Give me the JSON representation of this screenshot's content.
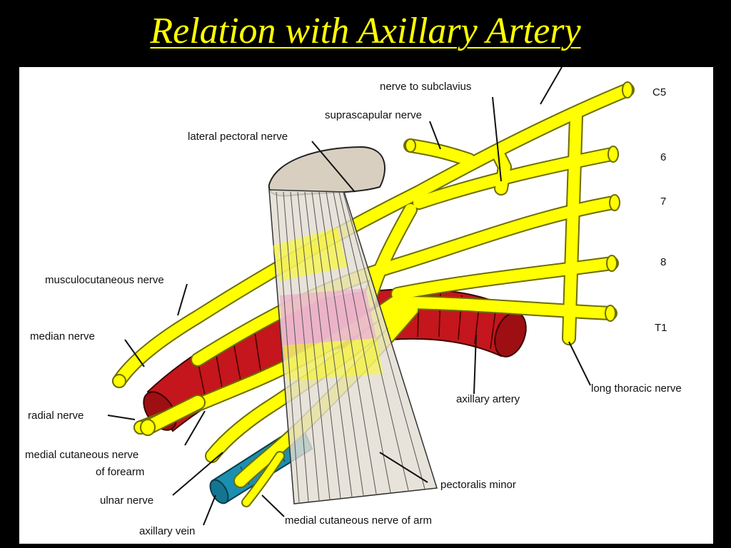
{
  "slide": {
    "title": "Relation with Axillary Artery"
  },
  "figure": {
    "colors": {
      "background": "#ffffff",
      "nerve": "#ffff00",
      "nerve_outline": "#6d6d00",
      "artery": "#c4161c",
      "vein": "#1b8fb0",
      "muscle": "#e3ddd2",
      "bone": "#d9cfc0",
      "title_text": "#ffff00",
      "slide_background": "#000000"
    },
    "labels": {
      "nerve_to_subclavius": "nerve to subclavius",
      "suprascapular_nerve": "suprascapular nerve",
      "lateral_pectoral_nerve": "lateral pectoral nerve",
      "musculocutaneous_nerve": "musculocutaneous nerve",
      "median_nerve": "median nerve",
      "radial_nerve": "radial nerve",
      "medial_cutaneous_nerve_of_forearm_line1": "medial cutaneous nerve",
      "medial_cutaneous_nerve_of_forearm_line2": "of forearm",
      "ulnar_nerve": "ulnar nerve",
      "axillary_vein": "axillary vein",
      "medial_cutaneous_nerve_of_arm": "medial cutaneous nerve of arm",
      "pectoralis_minor": "pectoralis minor",
      "axillary_artery": "axillary artery",
      "long_thoracic_nerve": "long thoracic nerve",
      "root_c5": "C5",
      "root_c6": "6",
      "root_c7": "7",
      "root_c8": "8",
      "root_t1": "T1"
    }
  }
}
